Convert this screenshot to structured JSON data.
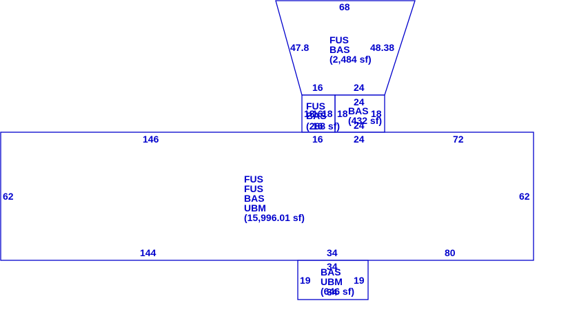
{
  "colors": {
    "line": "#0000cc",
    "text": "#0000cc",
    "background": "#ffffff"
  },
  "trapezoid": {
    "dims": {
      "top": "68",
      "left": "47.8",
      "right": "48.38",
      "bottom_left": "16",
      "bottom_right": "24"
    },
    "codes": [
      "FUS",
      "BAS"
    ],
    "area": "(2,484 sf)"
  },
  "small_left": {
    "dims": {
      "top": "16",
      "left": "18",
      "right": "18",
      "bottom": "16"
    },
    "codes": [
      "FUS",
      "BAS"
    ],
    "area": "(288 sf)"
  },
  "small_right": {
    "dims": {
      "top": "24",
      "left": "18",
      "right": "18",
      "bottom": "24"
    },
    "codes": [
      "BAS"
    ],
    "area": "(432 sf)"
  },
  "main": {
    "dims": {
      "top_left": "146",
      "top_mid_a": "16",
      "top_mid_b": "24",
      "top_right": "72",
      "left": "62",
      "right": "62",
      "bottom_left": "144",
      "bottom_mid": "34",
      "bottom_right": "80"
    },
    "codes": [
      "FUS",
      "FUS",
      "BAS",
      "UBM"
    ],
    "area": "(15,996.01 sf)"
  },
  "bottom_box": {
    "dims": {
      "top": "34",
      "left": "19",
      "right": "19",
      "bottom": "34"
    },
    "codes": [
      "BAS",
      "UBM"
    ],
    "area": "(646 sf)"
  }
}
